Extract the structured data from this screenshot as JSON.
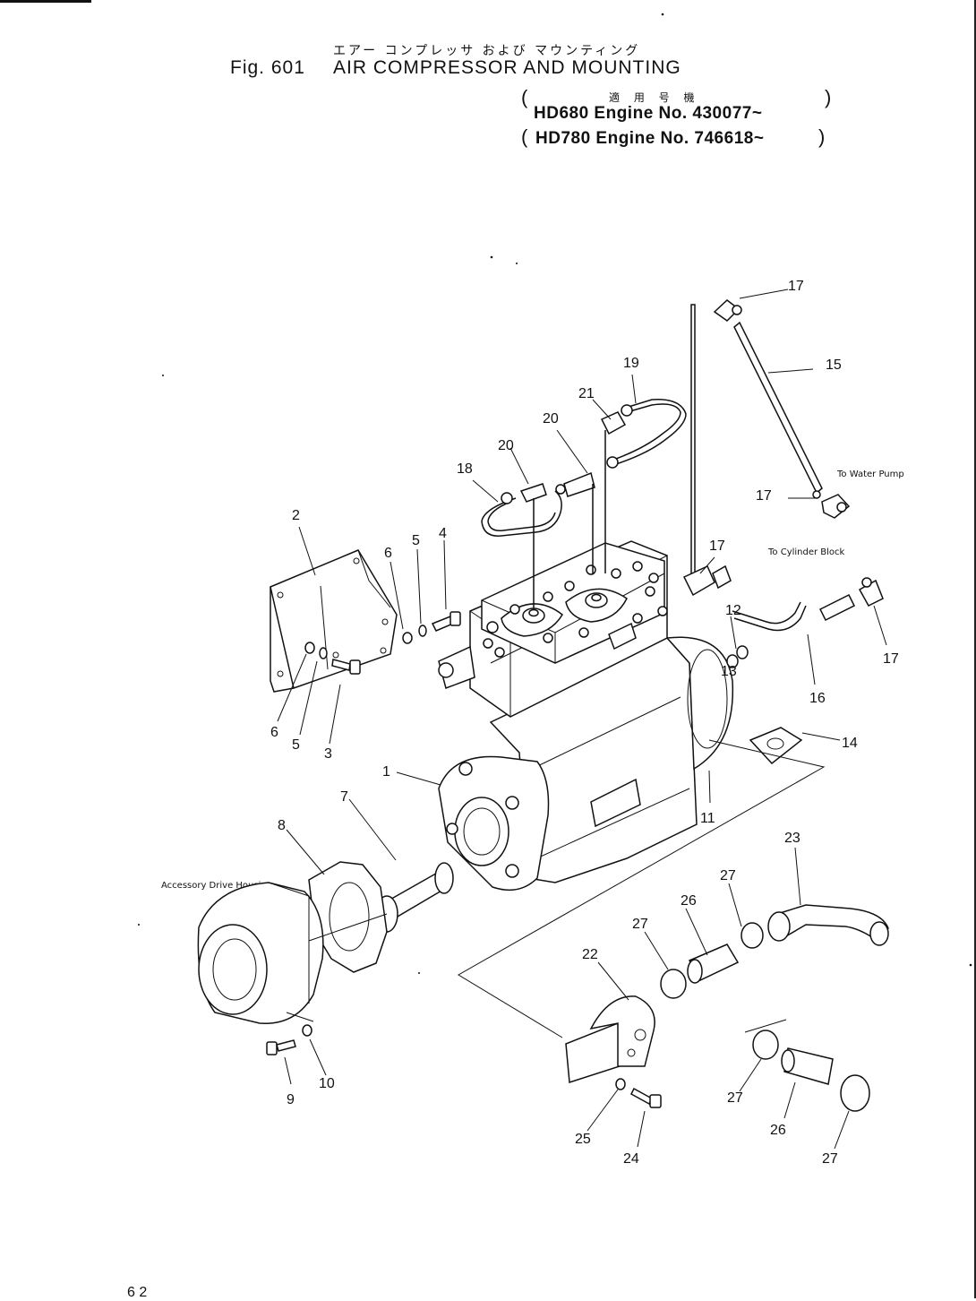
{
  "header": {
    "title_jp": "エアー コンプレッサ および マウンティング",
    "fig_no": "Fig. 601",
    "title_en": "AIR COMPRESSOR AND MOUNTING",
    "applicable_label_jp": "適 用 号 機",
    "applicability": [
      "HD680 Engine No. 430077~",
      "HD780 Engine No. 746618~"
    ]
  },
  "annotations": {
    "to_water_pump": "To Water Pump",
    "to_cylinder_block": "To Cylinder Block",
    "accessory_drive_housing": "Accessory Drive Housing"
  },
  "callouts": [
    "1",
    "2",
    "3",
    "4",
    "5",
    "5",
    "6",
    "6",
    "7",
    "8",
    "9",
    "10",
    "11",
    "12",
    "13",
    "14",
    "15",
    "16",
    "17",
    "17",
    "17",
    "17",
    "18",
    "19",
    "20",
    "20",
    "21",
    "22",
    "23",
    "24",
    "25",
    "26",
    "26",
    "27",
    "27",
    "27",
    "27"
  ],
  "footer": {
    "page_fragment": "6 2"
  }
}
